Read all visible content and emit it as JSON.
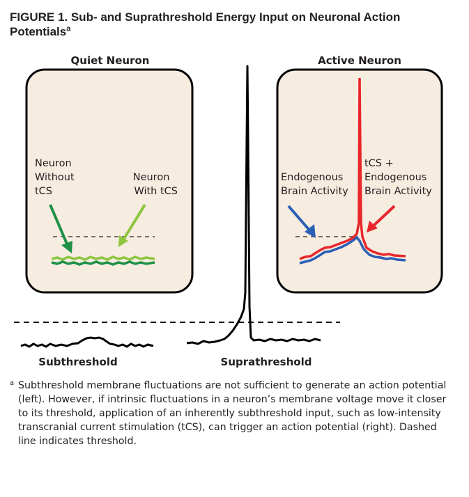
{
  "figure": {
    "title_main": "FIGURE 1. Sub- and Suprathreshold Energy Input on Neuronal Action Potentials",
    "title_sup": "a"
  },
  "panels": {
    "quiet": {
      "heading": "Quiet Neuron",
      "label_without": [
        "Neuron",
        "Without",
        "tCS"
      ],
      "label_with": [
        "Neuron",
        "With tCS"
      ]
    },
    "active": {
      "heading": "Active Neuron",
      "label_endogenous": [
        "Endogenous",
        "Brain Activity"
      ],
      "label_tcs": [
        "tCS +",
        "Endogenous",
        "Brain Activity"
      ]
    }
  },
  "traces": {
    "subthreshold_label": "Subthreshold",
    "suprathreshold_label": "Suprathreshold"
  },
  "colors": {
    "dark_green": "#1e9146",
    "light_green": "#8dc63f",
    "blue": "#2b5fb5",
    "red": "#e8262b",
    "black": "#000000",
    "panel_fill": "#f7ece0"
  },
  "footnote": {
    "mark": "a",
    "text": "Subthreshold membrane fluctuations are not sufficient to generate an action potential (left). However, if intrinsic fluctuations in a neuron’s membrane voltage move it closer to its threshold, application of an inherently subthreshold input, such as low-intensity transcranial current stimulation (tCS), can trigger an action potential (right). Dashed line indicates threshold."
  }
}
